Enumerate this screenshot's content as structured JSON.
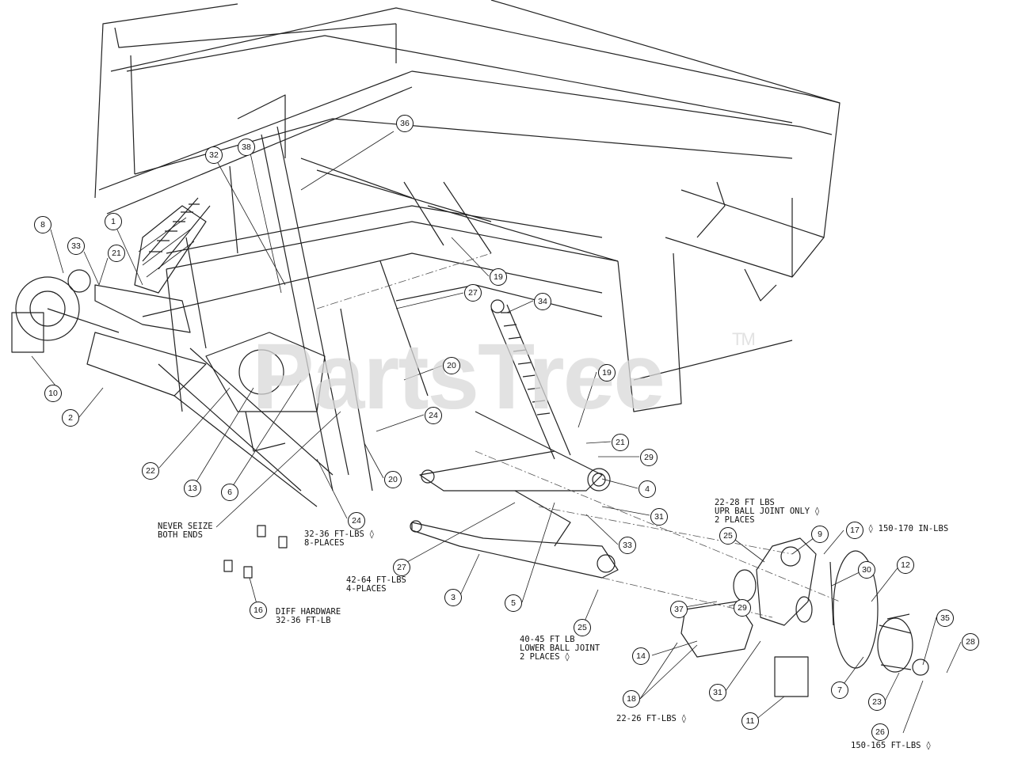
{
  "watermark": {
    "text": "PartsTree",
    "tm": "TM"
  },
  "callouts": [
    {
      "id": "c36",
      "label": "36"
    },
    {
      "id": "c32",
      "label": "32"
    },
    {
      "id": "c38",
      "label": "38"
    },
    {
      "id": "c1",
      "label": "1"
    },
    {
      "id": "c8",
      "label": "8"
    },
    {
      "id": "c33a",
      "label": "33"
    },
    {
      "id": "c21a",
      "label": "21"
    },
    {
      "id": "c19a",
      "label": "19"
    },
    {
      "id": "c27a",
      "label": "27"
    },
    {
      "id": "c34",
      "label": "34"
    },
    {
      "id": "c20a",
      "label": "20"
    },
    {
      "id": "c10",
      "label": "10"
    },
    {
      "id": "c2",
      "label": "2"
    },
    {
      "id": "c24a",
      "label": "24"
    },
    {
      "id": "c19b",
      "label": "19"
    },
    {
      "id": "c21b",
      "label": "21"
    },
    {
      "id": "c29a",
      "label": "29"
    },
    {
      "id": "c22",
      "label": "22"
    },
    {
      "id": "c13",
      "label": "13"
    },
    {
      "id": "c6",
      "label": "6"
    },
    {
      "id": "c20b",
      "label": "20"
    },
    {
      "id": "c4",
      "label": "4"
    },
    {
      "id": "c31a",
      "label": "31"
    },
    {
      "id": "c24b",
      "label": "24"
    },
    {
      "id": "c33b",
      "label": "33"
    },
    {
      "id": "c9",
      "label": "9"
    },
    {
      "id": "c17",
      "label": "17"
    },
    {
      "id": "c25a",
      "label": "25"
    },
    {
      "id": "c27b",
      "label": "27"
    },
    {
      "id": "c30",
      "label": "30"
    },
    {
      "id": "c12",
      "label": "12"
    },
    {
      "id": "c3",
      "label": "3"
    },
    {
      "id": "c5",
      "label": "5"
    },
    {
      "id": "c16",
      "label": "16"
    },
    {
      "id": "c37",
      "label": "37"
    },
    {
      "id": "c29b",
      "label": "29"
    },
    {
      "id": "c25b",
      "label": "25"
    },
    {
      "id": "c35",
      "label": "35"
    },
    {
      "id": "c28",
      "label": "28"
    },
    {
      "id": "c14",
      "label": "14"
    },
    {
      "id": "c7",
      "label": "7"
    },
    {
      "id": "c31b",
      "label": "31"
    },
    {
      "id": "c23",
      "label": "23"
    },
    {
      "id": "c18",
      "label": "18"
    },
    {
      "id": "c11",
      "label": "11"
    },
    {
      "id": "c26",
      "label": "26"
    }
  ],
  "notes": {
    "never_seize": [
      "NEVER SEIZE",
      "BOTH ENDS"
    ],
    "torque_32_36_8": [
      "32-36 FT-LBS ◊",
      "8-PLACES"
    ],
    "torque_42_64": [
      "42-64 FT-LBS",
      "4-PLACES"
    ],
    "diff_hardware": [
      "DIFF HARDWARE",
      "32-36 FT-LB"
    ],
    "lower_ball_joint": [
      "40-45 FT LB",
      "LOWER BALL JOINT",
      "2 PLACES ◊"
    ],
    "upper_ball_joint": [
      "22-28 FT LBS",
      "UPR BALL JOINT ONLY ◊",
      "2 PLACES"
    ],
    "torque_150_170": [
      "◊  150-170 IN-LBS"
    ],
    "torque_22_26": [
      "22-26 FT-LBS ◊"
    ],
    "torque_150_165": [
      "150-165 FT-LBS ◊"
    ]
  }
}
